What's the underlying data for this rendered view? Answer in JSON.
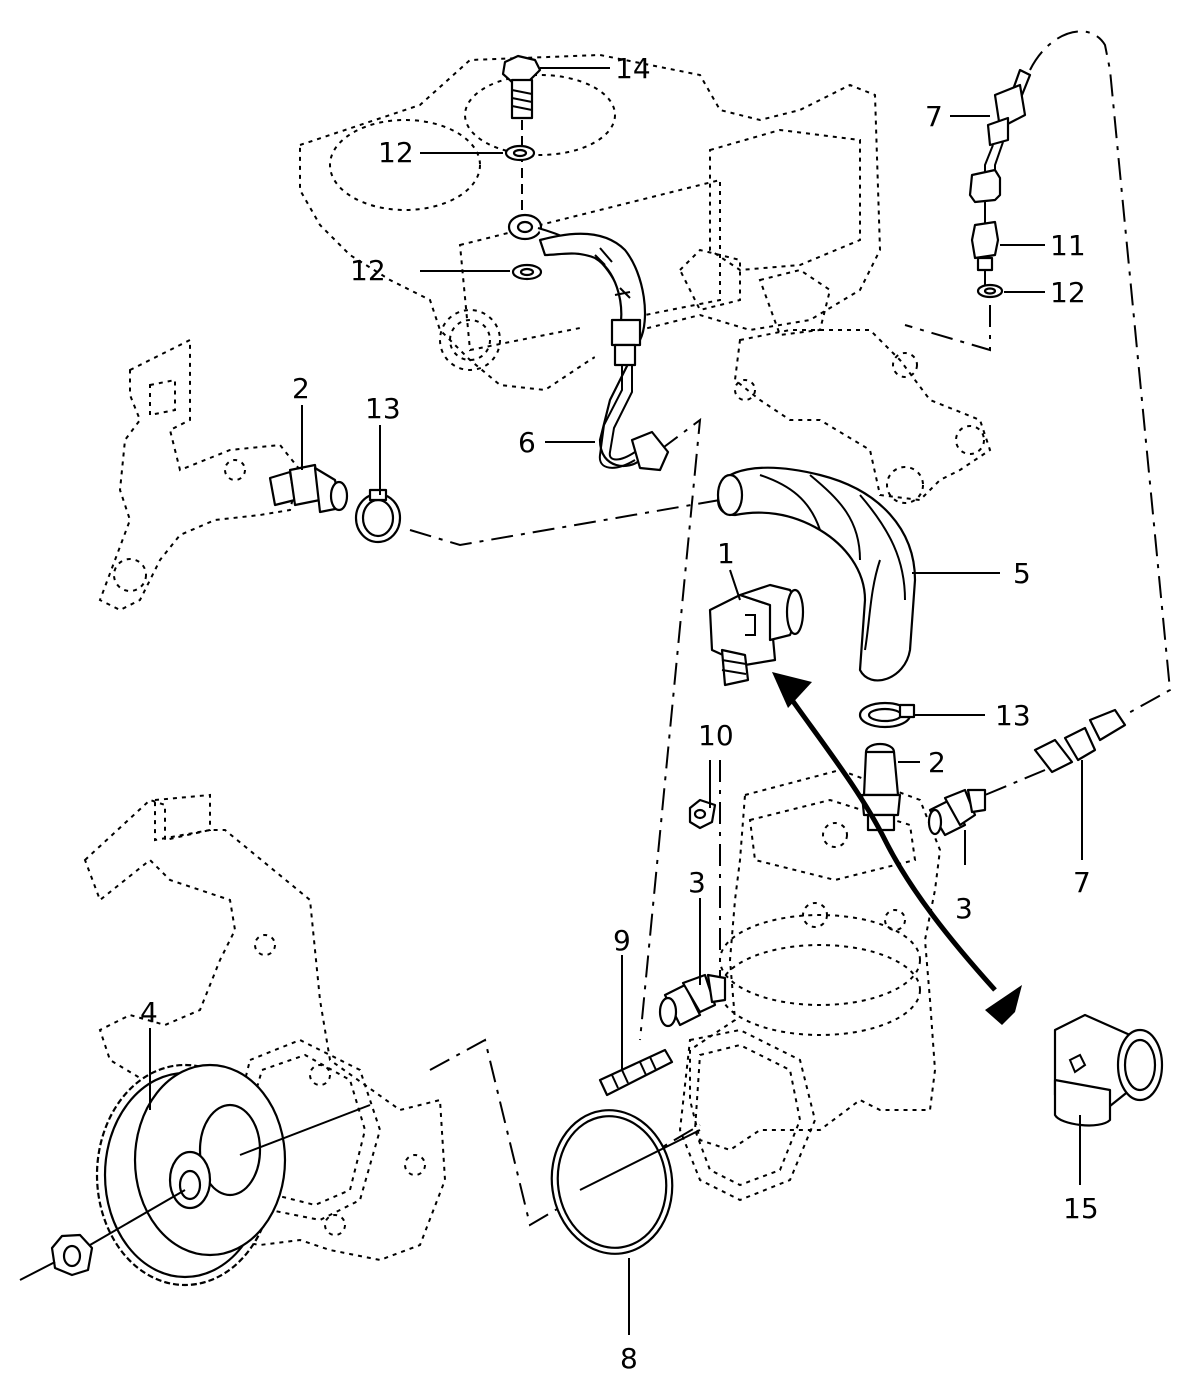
{
  "callouts": [
    {
      "id": "c14",
      "text": "14"
    },
    {
      "id": "c12a",
      "text": "12"
    },
    {
      "id": "c12b",
      "text": "12"
    },
    {
      "id": "c7a",
      "text": "7"
    },
    {
      "id": "c11",
      "text": "11"
    },
    {
      "id": "c12c",
      "text": "12"
    },
    {
      "id": "c2a",
      "text": "2"
    },
    {
      "id": "c13a",
      "text": "13"
    },
    {
      "id": "c6",
      "text": "6"
    },
    {
      "id": "c1",
      "text": "1"
    },
    {
      "id": "c5",
      "text": "5"
    },
    {
      "id": "c13b",
      "text": "13"
    },
    {
      "id": "c10",
      "text": "10"
    },
    {
      "id": "c2b",
      "text": "2"
    },
    {
      "id": "c3a",
      "text": "3"
    },
    {
      "id": "c3b",
      "text": "3"
    },
    {
      "id": "c7b",
      "text": "7"
    },
    {
      "id": "c9",
      "text": "9"
    },
    {
      "id": "c4",
      "text": "4"
    },
    {
      "id": "c15",
      "text": "15"
    },
    {
      "id": "c8",
      "text": "8"
    }
  ]
}
